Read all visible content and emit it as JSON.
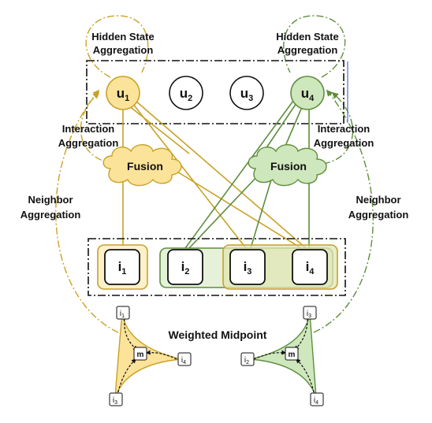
{
  "colors": {
    "gold": "#c9a227",
    "gold_fill": "#fbe39a",
    "gold_light": "#fdf1c9",
    "green": "#5e8e3d",
    "green_fill": "#cfe7bd",
    "green_light": "#e6f1da",
    "dash_box": "#111111"
  },
  "labels": {
    "hidden_state_left": [
      "Hidden State",
      "Aggregation"
    ],
    "hidden_state_right": [
      "Hidden State",
      "Aggregation"
    ],
    "interaction_left": [
      "Interaction",
      "Aggregation"
    ],
    "interaction_right": [
      "Interaction",
      "Aggregation"
    ],
    "neighbor_left": [
      "Neighbor",
      "Aggregation"
    ],
    "neighbor_right": [
      "Neighbor",
      "Aggregation"
    ],
    "weighted_midpoint": "Weighted Midpoint"
  },
  "users": [
    {
      "base": "u",
      "sub": "1"
    },
    {
      "base": "u",
      "sub": "2"
    },
    {
      "base": "u",
      "sub": "3"
    },
    {
      "base": "u",
      "sub": "4"
    }
  ],
  "items": [
    {
      "base": "i",
      "sub": "1"
    },
    {
      "base": "i",
      "sub": "2"
    },
    {
      "base": "i",
      "sub": "3"
    },
    {
      "base": "i",
      "sub": "4"
    }
  ],
  "fusion_left": "Fusion",
  "fusion_right": "Fusion",
  "midpoint_left": {
    "center": "m",
    "corners": [
      {
        "base": "i",
        "sub": "1"
      },
      {
        "base": "i",
        "sub": "4"
      },
      {
        "base": "i",
        "sub": "3"
      }
    ]
  },
  "midpoint_right": {
    "center": "m",
    "corners": [
      {
        "base": "i",
        "sub": "3"
      },
      {
        "base": "i",
        "sub": "2"
      },
      {
        "base": "i",
        "sub": "4"
      }
    ]
  }
}
